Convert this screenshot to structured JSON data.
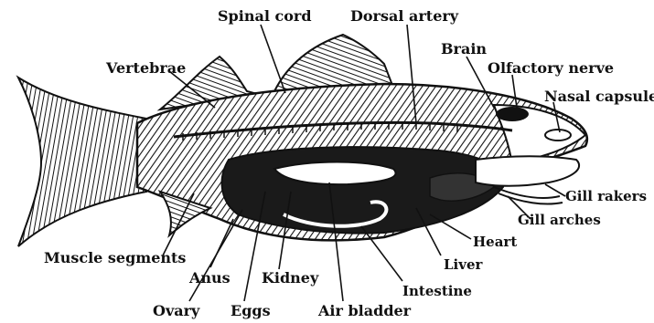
{
  "diagram": {
    "subject": "fish-anatomy-cutaway",
    "colors": {
      "ink": "#111111",
      "paper": "#ffffff"
    },
    "labels": {
      "spinal_cord": "Spinal cord",
      "dorsal_artery": "Dorsal artery",
      "brain": "Brain",
      "olfactory_nerve": "Olfactory nerve",
      "nasal_capsule": "Nasal capsule",
      "vertebrae": "Vertebrae",
      "gill_rakers": "Gill rakers",
      "gill_arches": "Gill arches",
      "heart": "Heart",
      "liver": "Liver",
      "intestine": "Intestine",
      "air_bladder": "Air bladder",
      "kidney": "Kidney",
      "eggs": "Eggs",
      "ovary": "Ovary",
      "anus": "Anus",
      "muscle_segments": "Muscle segments"
    }
  }
}
